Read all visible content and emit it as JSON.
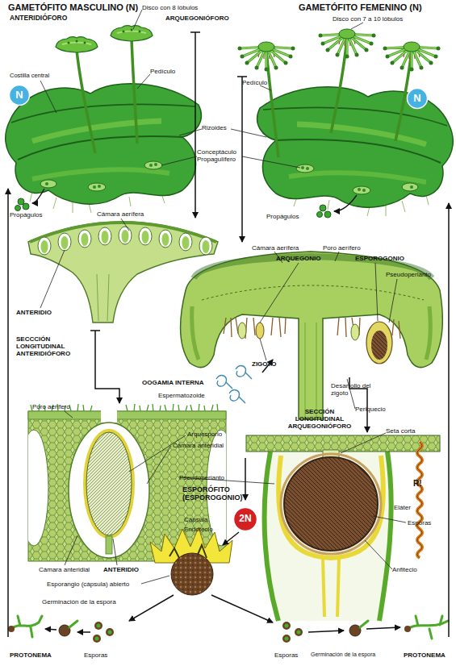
{
  "diagram": {
    "nodes": [
      {
        "text": [
          "N"
        ]
      },
      {
        "text": [
          "N"
        ]
      },
      {
        "text": [
          "2N"
        ]
      }
    ],
    "labels": [
      "GAMETÓFITO MASCULINO (N)",
      "ANTERIDIÓFORO",
      "Disco con 8 lóbulos",
      "ARQUEGONIÓFORO",
      "GAMETÓFITO FEMENINO (N)",
      "Disco con 7 a 10 lóbulos",
      "Costilla central",
      "Pedículo",
      "Pedículo",
      "Rizoides",
      "Conceptáculo Propagulífero",
      "Propágulos",
      "Propágulos",
      "Cámara aerífera",
      "Cámara aerífera",
      "ARQUEGONIO",
      "Poro aerífero",
      "ESPOROGONIO",
      "Pseudoperianto",
      "ANTERIDIO",
      "SECCCIÓN LONGITUDINAL ANTERIDIÓFORO",
      "ZIGOTO",
      "OOGAMIA INTERNA",
      "Espermatozoide",
      "Desarrollo del zigoto",
      "Periquecio",
      "SECCIÓN LONGITUDINAL ARQUEGONIÓFORO",
      "Poro aerífero",
      "Arquesporio",
      "Cámara anteridial",
      "Seta corta",
      "Pseudoperianto",
      "R!",
      "Eláter",
      "ESPORÓFITO (ESPOROGONIO)",
      "Cápsula",
      "Endotecio",
      "Esporas",
      "Anfitecio",
      "Cámara anteridial",
      "ANTERIDIO",
      "Esporangio (cápsula) abierto",
      "Germinación de la espora",
      "PROTONEMA",
      "Esporas",
      "Esporas",
      "Germinación de la espora",
      "PROTONEMA"
    ]
  }
}
